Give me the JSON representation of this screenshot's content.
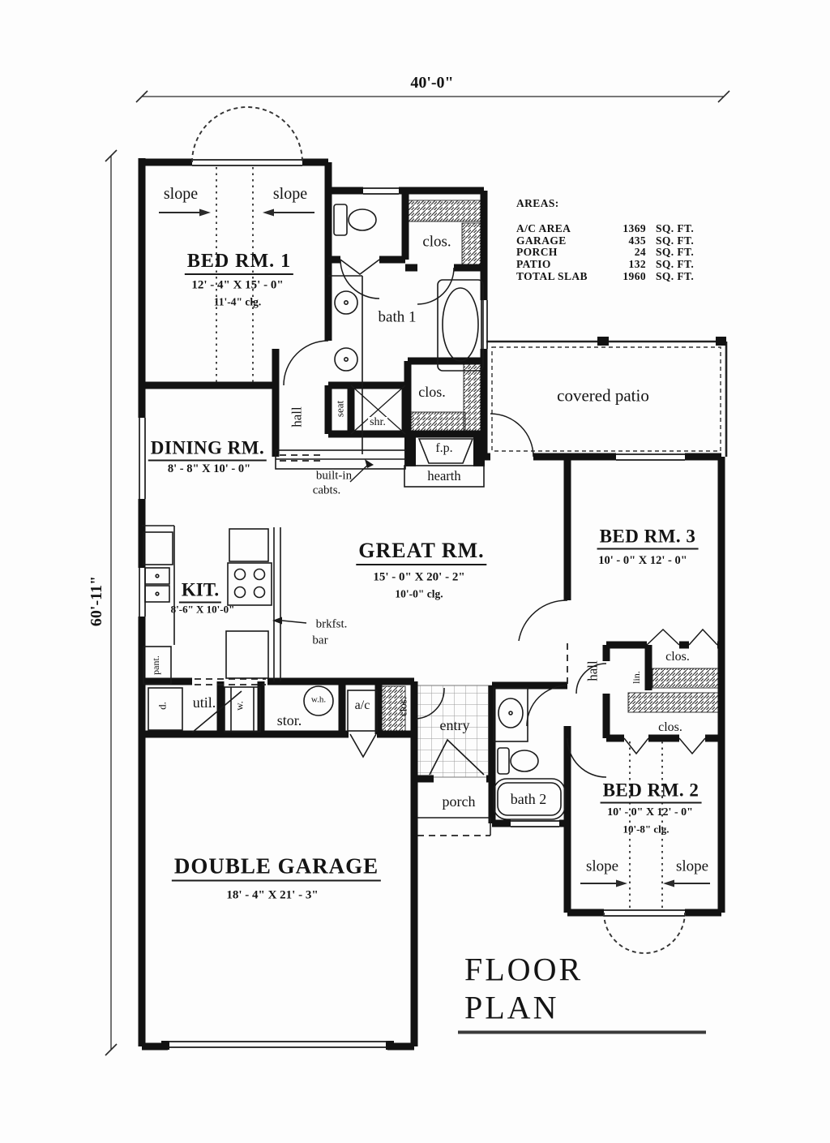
{
  "title": "FLOOR PLAN",
  "dimensions": {
    "width": "40'-0\"",
    "height": "60'-11\""
  },
  "areas": {
    "title": "AREAS:",
    "rows": [
      {
        "label": "A/C AREA",
        "value": "1369",
        "unit": "SQ. FT."
      },
      {
        "label": "GARAGE",
        "value": "435",
        "unit": "SQ. FT."
      },
      {
        "label": "PORCH",
        "value": "24",
        "unit": "SQ. FT."
      },
      {
        "label": "PATIO",
        "value": "132",
        "unit": "SQ. FT."
      },
      {
        "label": "TOTAL SLAB",
        "value": "1960",
        "unit": "SQ. FT."
      }
    ]
  },
  "rooms": {
    "bed1": {
      "name": "BED RM. 1",
      "size": "12' - 4\" X 15' - 0\"",
      "ceiling": "11'-4\" clg."
    },
    "dining": {
      "name": "DINING RM.",
      "size": "8' - 8\" X 10' - 0\""
    },
    "great": {
      "name": "GREAT RM.",
      "size": "15' - 0\" X 20' - 2\"",
      "ceiling": "10'-0\" clg."
    },
    "kitchen": {
      "name": "KIT.",
      "size": "8'-6\" X 10'-0\""
    },
    "bed3": {
      "name": "BED RM. 3",
      "size": "10' - 0\" X 12' - 0\""
    },
    "bed2": {
      "name": "BED RM. 2",
      "size": "10' - 0\" X 12' - 0\"",
      "ceiling": "10'-8\" clg."
    },
    "garage": {
      "name": "DOUBLE GARAGE",
      "size": "18' - 4\" X 21' - 3\""
    },
    "patio": {
      "name": "covered patio"
    },
    "porch": {
      "name": "porch"
    },
    "entry": {
      "name": "entry"
    },
    "bath1": {
      "name": "bath 1"
    },
    "bath2": {
      "name": "bath 2"
    },
    "utility": {
      "name": "util."
    },
    "storage": {
      "name": "stor."
    }
  },
  "labels": {
    "slope": "slope",
    "closet": "clos.",
    "hall": "hall",
    "seat": "seat",
    "shower": "shr.",
    "fireplace": "f.p.",
    "hearth": "hearth",
    "built_in_line1": "built-in",
    "built_in_line2": "cabts.",
    "brkfst_line1": "brkfst.",
    "brkfst_line2": "bar",
    "pantry": "pant.",
    "dryer": "d.",
    "washer": "w.",
    "water_heater": "w.h.",
    "ac_unit": "a/c",
    "linen": "lin."
  }
}
